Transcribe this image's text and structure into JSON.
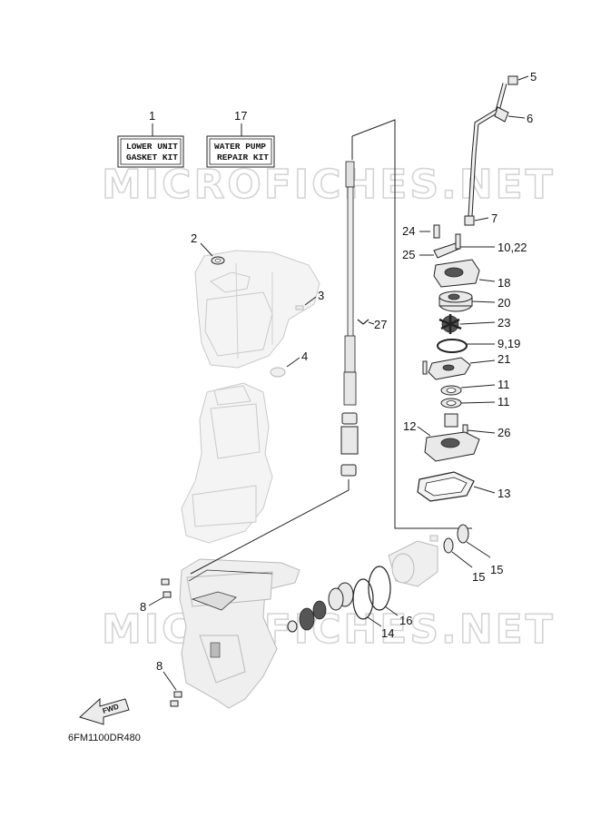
{
  "watermark": "MICROFICHES.NET",
  "diagram_code": "6FM1100DR480",
  "fwd_label": "FWD",
  "kits": {
    "lower_unit": {
      "number": "1",
      "line1": "LOWER UNIT",
      "line2": "GASKET KIT"
    },
    "water_pump": {
      "number": "17",
      "line1": "WATER PUMP",
      "line2": "REPAIR KIT"
    }
  },
  "callouts": {
    "c2": "2",
    "c3": "3",
    "c4": "4",
    "c5": "5",
    "c6": "6",
    "c7": "7",
    "c8a": "8",
    "c8b": "8",
    "c9_19": "9,19",
    "c10_22": "10,22",
    "c11a": "11",
    "c11b": "11",
    "c12": "12",
    "c13": "13",
    "c14": "14",
    "c15a": "15",
    "c15b": "15",
    "c16": "16",
    "c18": "18",
    "c20": "20",
    "c21": "21",
    "c23": "23",
    "c24": "24",
    "c25": "25",
    "c26": "26",
    "c27": "27"
  },
  "colors": {
    "line": "#222222",
    "ghost_part": "#c9c9c9",
    "watermark": "#d4d4d4"
  }
}
